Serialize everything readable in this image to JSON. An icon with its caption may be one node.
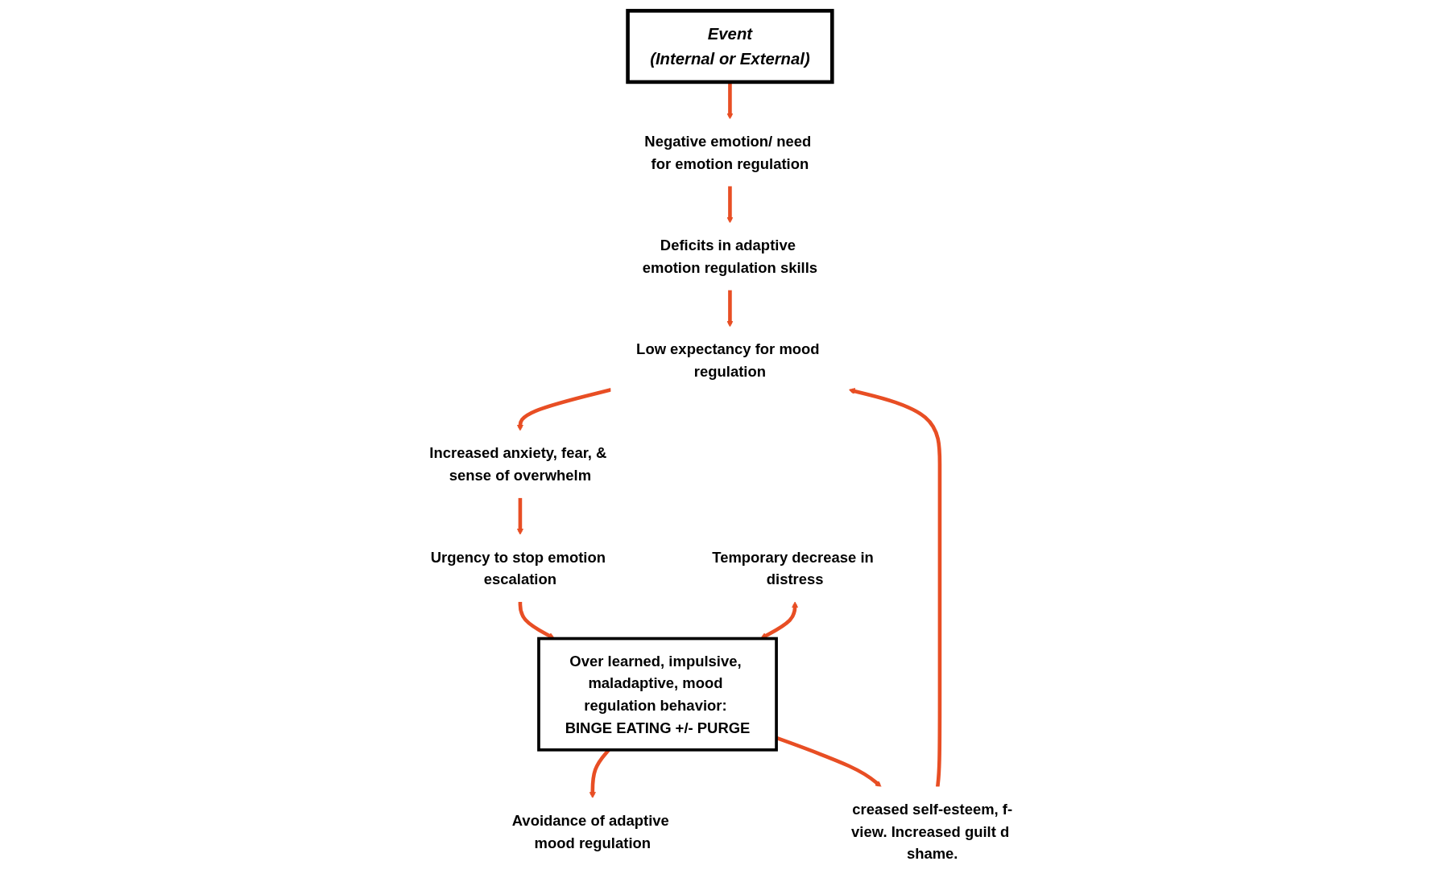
{
  "diagram": {
    "nodes": [
      {
        "text": [
          "Event",
          "(Internal or External)"
        ]
      },
      {
        "text": [
          "Negative emotion/ need for emotion regulation"
        ]
      },
      {
        "text": [
          "Deficits in adaptive emotion regulation skills"
        ]
      },
      {
        "text": [
          "Low expectancy for mood regulation"
        ]
      },
      {
        "text": [
          "Increased anxiety, fear, & sense of overwhelm"
        ]
      },
      {
        "text": [
          "Urgency to stop emotion escalation"
        ]
      },
      {
        "text": [
          "Over learned, impulsive, maladaptive, mood regulation behavior: BINGE EATING +/- PURGE"
        ]
      },
      {
        "text": [
          "Temporary decrease in distress"
        ]
      },
      {
        "text": [
          "Avoidance of adaptive mood regulation"
        ]
      },
      {
        "text": [
          "creased self-esteem, f-view. Increased guilt d shame."
        ]
      }
    ],
    "edges": [
      {
        "from": 0,
        "to": 1,
        "arrow": "to"
      },
      {
        "from": 1,
        "to": 2,
        "arrow": "to"
      },
      {
        "from": 2,
        "to": 3,
        "arrow": "to"
      },
      {
        "from": 3,
        "to": 4,
        "arrow": "to"
      },
      {
        "from": 4,
        "to": 5,
        "arrow": "to"
      },
      {
        "from": 5,
        "to": 6,
        "arrow": "to"
      },
      {
        "from": 7,
        "to": 6,
        "arrow": "both"
      },
      {
        "from": 6,
        "to": 8,
        "arrow": "to"
      },
      {
        "from": 6,
        "to": 9,
        "arrow": "to"
      },
      {
        "from": 9,
        "to": 3,
        "arrow": "to"
      }
    ]
  }
}
